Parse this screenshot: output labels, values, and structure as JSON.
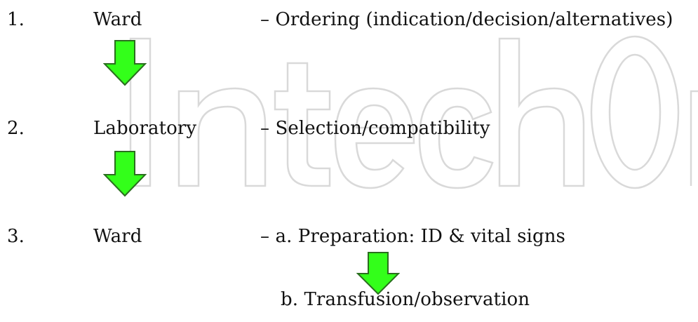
{
  "steps": [
    {
      "number": "1.",
      "place": "Ward",
      "description": "– Ordering (indication/decision/alternatives)"
    },
    {
      "number": "2.",
      "place": "Laboratory",
      "description": "– Selection/compatibility"
    },
    {
      "number": "3.",
      "place": "Ward",
      "description": "– a. Preparation: ID & vital signs"
    }
  ],
  "substep": {
    "description": "b. Transfusion/observation"
  },
  "watermark": {
    "text": "IntechOpen"
  },
  "colors": {
    "arrow_fill": "#33ff1a",
    "arrow_stroke": "#2a6e1e",
    "text": "#111111",
    "watermark": "#d9d9d9"
  },
  "icons": [
    "down-arrow-icon"
  ]
}
